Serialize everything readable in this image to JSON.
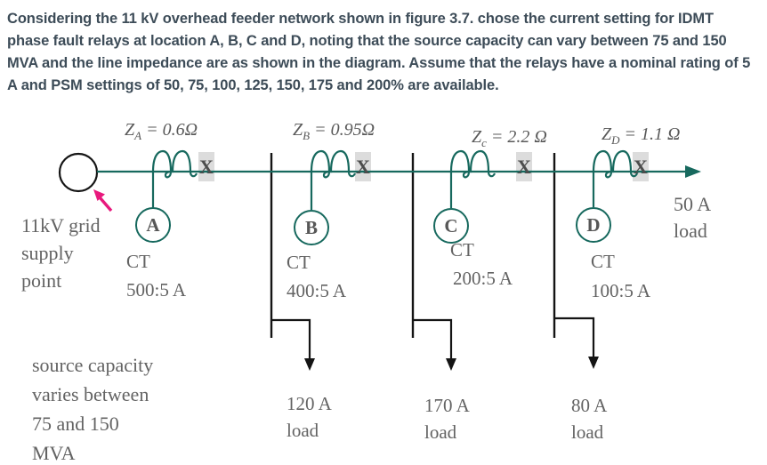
{
  "problem": {
    "lines": [
      "Considering the 11 kV overhead feeder network shown in figure 3.7. chose the current setting for IDMT",
      "phase fault relays at location A, B, C and D, noting that the source capacity can vary between 75 and 150",
      "MVA and the line impedance are as shown in the diagram. Assume that the relays have a nominal rating of 5",
      "A and PSM settings of 50, 75, 100, 125, 150, 175 and 200% are available."
    ]
  },
  "diagram": {
    "source_label_lines": [
      "11kV grid",
      "supply",
      "point"
    ],
    "source_note_lines": [
      "source capacity",
      "varies between",
      "75 and 150",
      "MVA"
    ],
    "breaker_symbol": "X",
    "impedances": [
      {
        "base": "Z",
        "sub": "A",
        "rest": " = 0.6Ω"
      },
      {
        "base": "Z",
        "sub": "B",
        "rest": " = 0.95Ω"
      },
      {
        "base": "Z",
        "sub": "c",
        "rest": " = 2.2 Ω"
      },
      {
        "base": "Z",
        "sub": "D",
        "rest": " = 1.1 Ω"
      }
    ],
    "relays": [
      {
        "letter": "A",
        "ct_label": "CT",
        "ct_ratio": "500:5 A"
      },
      {
        "letter": "B",
        "ct_label": "CT",
        "ct_ratio": "400:5 A"
      },
      {
        "letter": "C",
        "ct_label": "CT",
        "ct_ratio": "200:5 A"
      },
      {
        "letter": "D",
        "ct_label": "CT",
        "ct_ratio": "100:5 A"
      }
    ],
    "loads": [
      {
        "current": "120 A",
        "label": "load"
      },
      {
        "current": "170 A",
        "label": "load"
      },
      {
        "current": "80 A",
        "label": "load"
      },
      {
        "current": "50 A",
        "label": "load"
      }
    ],
    "colors": {
      "feeder_teal": "#17695e",
      "bus_black": "#141414",
      "label_gray": "#636363",
      "accent_pink": "#e8197d",
      "breaker_bg": "#dcdcdc",
      "paragraph_text": "#3d4c58"
    }
  }
}
